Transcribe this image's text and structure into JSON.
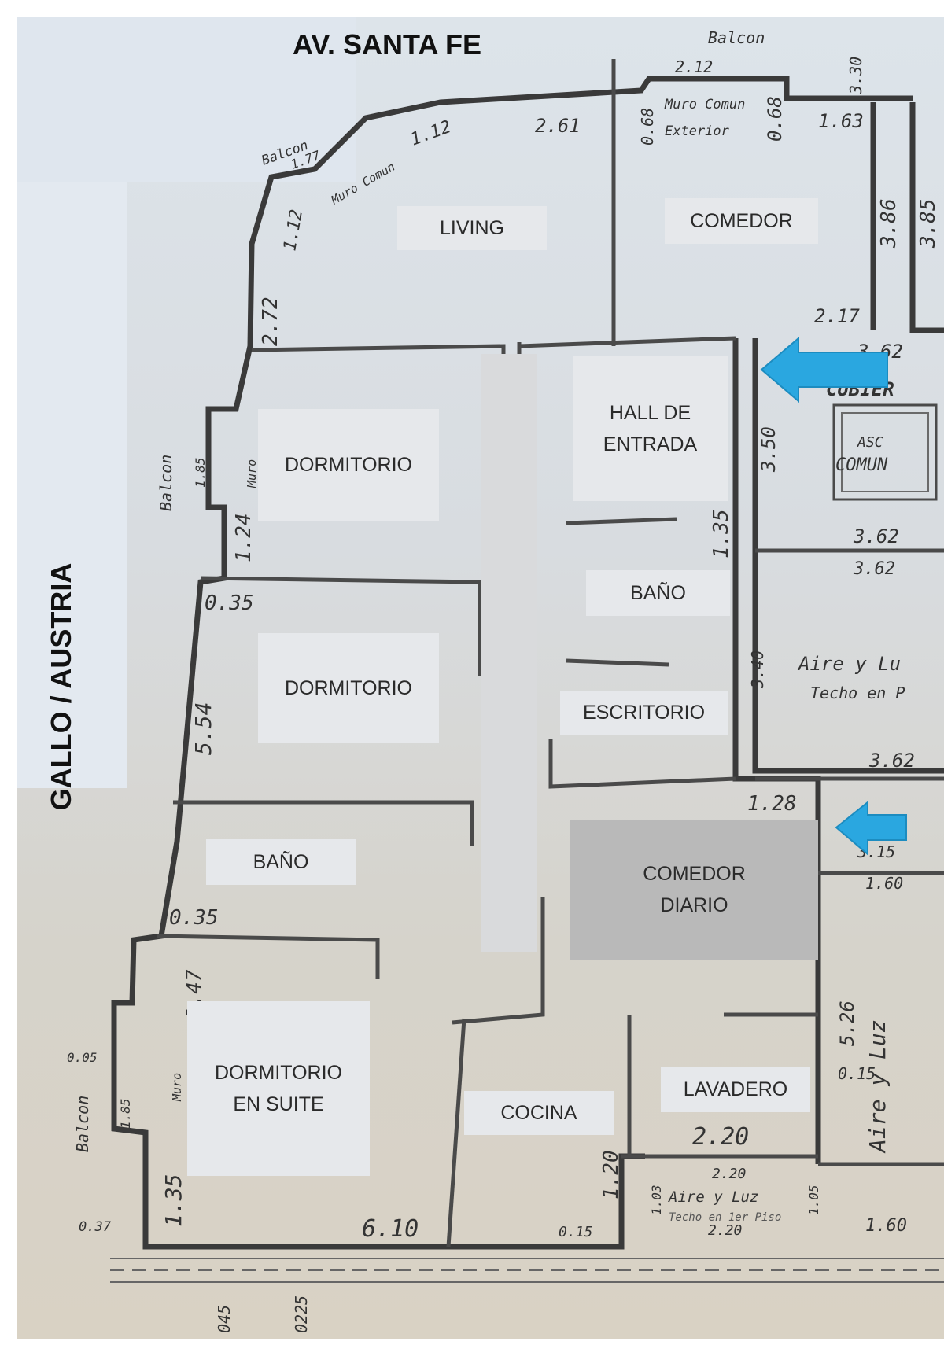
{
  "streets": {
    "top": "AV. SANTA FE",
    "left": "GALLO / AUSTRIA"
  },
  "rooms": {
    "living": "LIVING",
    "comedor": "COMEDOR",
    "hall": "HALL DE\nENTRADA",
    "dormitorio_1": "DORMITORIO",
    "dormitorio_2": "DORMITORIO",
    "bano_1": "BAÑO",
    "bano_2": "BAÑO",
    "escritorio": "ESCRITORIO",
    "comedor_diario": "COMEDOR\nDIARIO",
    "dormitorio_suite": "DORMITORIO\nEN SUITE",
    "cocina": "COCINA",
    "lavadero": "LAVADERO"
  },
  "plan_text": {
    "balcon": "Balcon",
    "muro_comun": "Muro Comun",
    "exterior": "Exterior",
    "muro": "Muro",
    "cubierta": "CUBIER",
    "asc": "ASC",
    "comun": "COMUN",
    "aire_y_luz": "Aire y Lu",
    "techo_en": "Techo en P",
    "aire_y_luz_vertical": "Aire y Luz",
    "aire_y_luz_small": "Aire y Luz",
    "techo_en_piso": "Techo en 1er Piso"
  },
  "dimensions": {
    "d_212": "2.12",
    "d_330": "3.30",
    "d_068a": "0.68",
    "d_068b": "0.68",
    "d_163": "1.63",
    "d_261": "2.61",
    "d_112a": "1.12",
    "d_112b": "1.12",
    "d_386a": "3.86",
    "d_385": "3.85",
    "d_217": "2.17",
    "d_362a": "3.62",
    "d_272": "2.72",
    "d_350": "3.50",
    "d_362b": "3.62",
    "d_362c": "3.62",
    "d_124": "1.24",
    "d_035a": "0.35",
    "d_135a": "1.35",
    "d_340": "3.40",
    "d_554": "5.54",
    "d_362d": "3.62",
    "d_128": "1.28",
    "d_315": "3.15",
    "d_160a": "1.60",
    "d_035b": "0.35",
    "d_147": "1.47",
    "d_526": "5.26",
    "d_015": "0.15",
    "d_220a": "2.20",
    "d_220b": "2.20",
    "d_220c": "2.20",
    "d_120": "1.20",
    "d_103": "1.03",
    "d_105": "1.05",
    "d_135b": "1.35",
    "d_610": "6.10",
    "d_015b": "0.15",
    "d_160b": "1.60",
    "d_045": "045",
    "d_0225": "0225",
    "d_185a": "1.85",
    "d_185b": "1.85",
    "d_177": "1.77",
    "d_037": "0.37",
    "d_005": "0.05"
  },
  "colors": {
    "entry_arrow": "#2aa7e0",
    "wall": "#3a3a3a"
  },
  "icons": {
    "entry_arrow_main": "arrow-left-icon",
    "entry_arrow_service": "arrow-left-icon"
  }
}
